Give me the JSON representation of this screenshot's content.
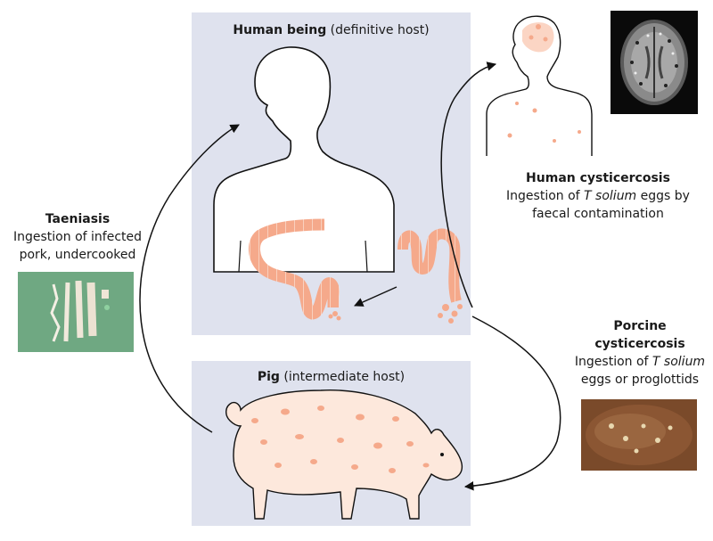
{
  "human_panel": {
    "title_bold": "Human being",
    "title_rest": " (definitive host)"
  },
  "pig_panel": {
    "title_bold": "Pig",
    "title_rest": " (intermediate host)"
  },
  "taeniasis": {
    "title": "Taeniasis",
    "line1": "Ingestion of infected",
    "line2": "pork, undercooked"
  },
  "human_cysticercosis": {
    "title": "Human cysticercosis",
    "line1_a": "Ingestion of ",
    "line1_b": "T solium",
    "line1_c": " eggs by",
    "line2": "faecal contamination"
  },
  "porcine_cysticercosis": {
    "title_line1": "Porcine",
    "title_line2": "cysticercosis",
    "line1_a": "Ingestion of ",
    "line1_b": "T solium",
    "line2": "eggs or proglottids"
  },
  "colors": {
    "panel": "#dfe2ee",
    "cyst": "#f5a98b",
    "body_fill": "#ffffff",
    "pig_fill": "#fde8dc",
    "arrow": "#111111"
  }
}
